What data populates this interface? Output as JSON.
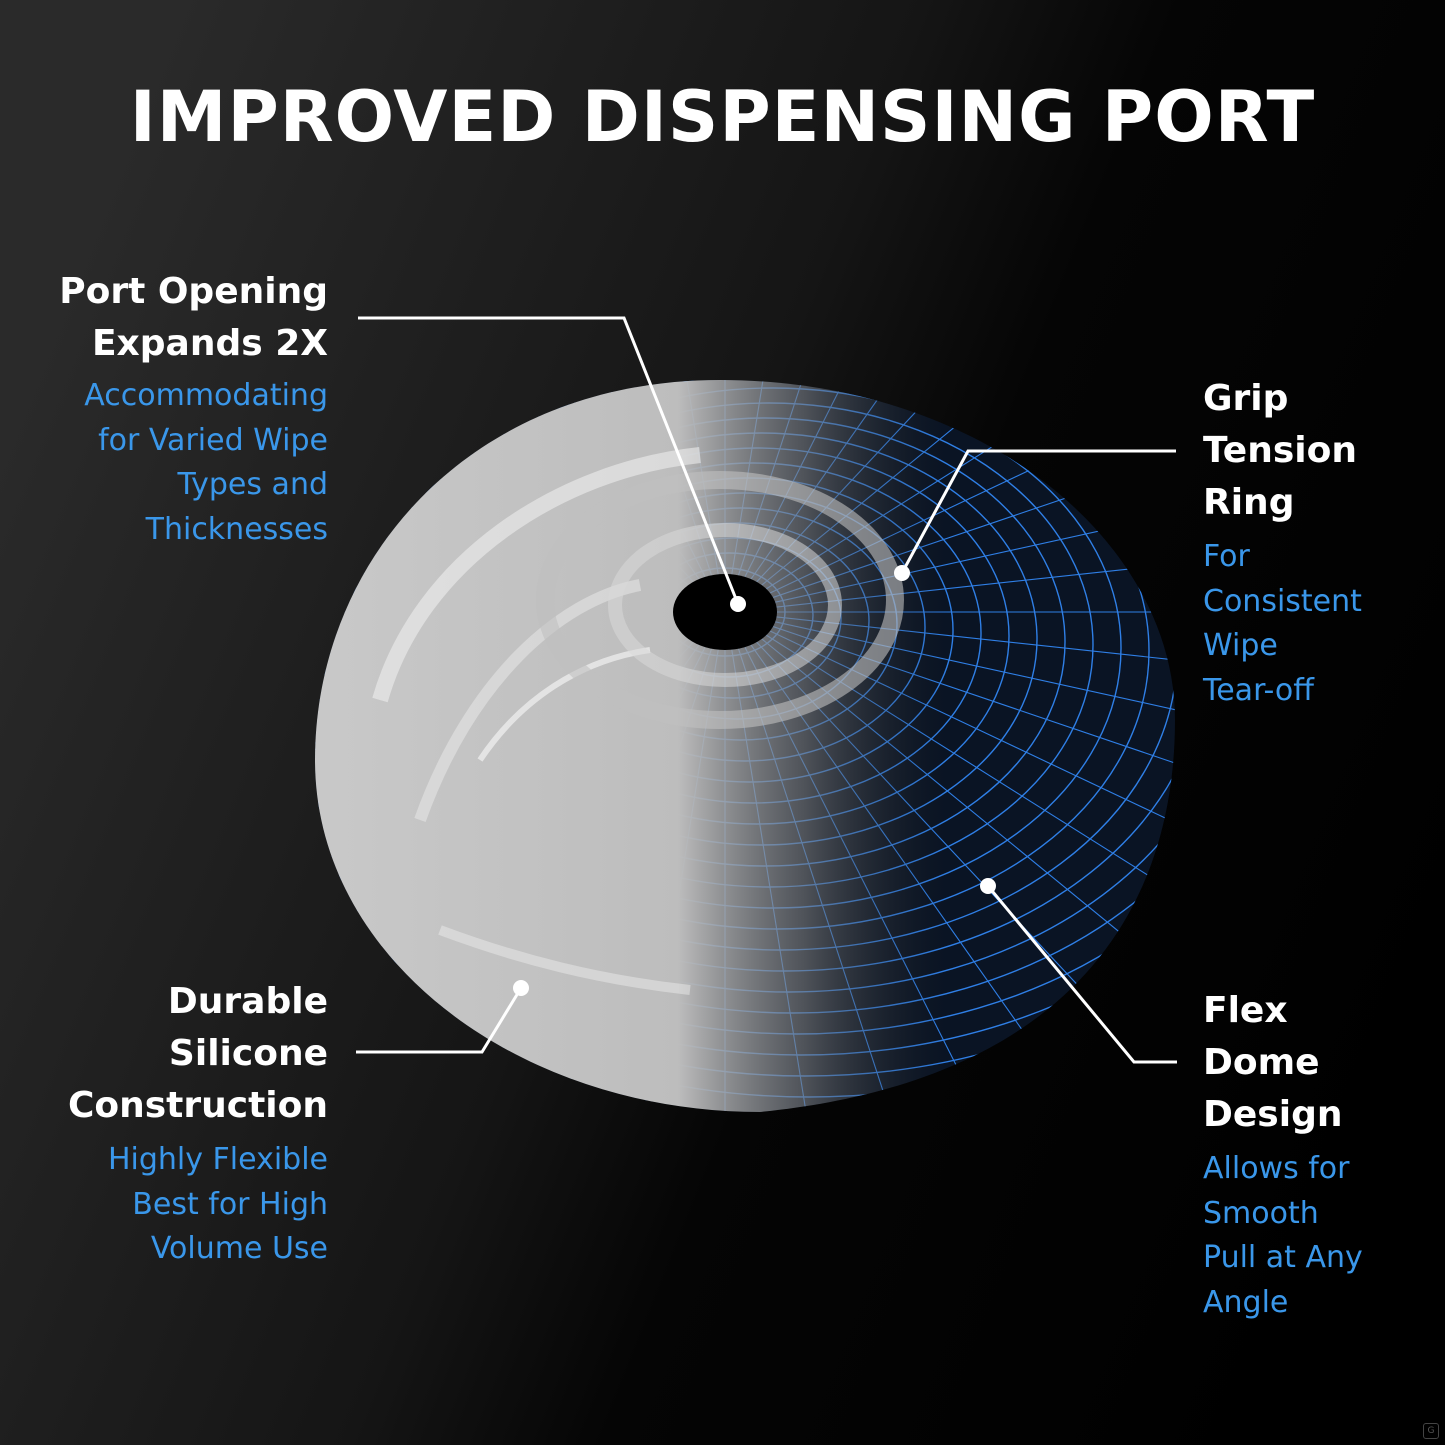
{
  "title": "IMPROVED DISPENSING PORT",
  "colors": {
    "background": "#0b0b0b",
    "heading_text": "#ffffff",
    "sub_text": "#3a97ea",
    "wireframe": "#2f7fe6",
    "silicone": "#cfcfcf"
  },
  "callouts": {
    "port_opening": {
      "heading": [
        "Port Opening",
        "Expands 2X"
      ],
      "description": [
        "Accommodating",
        "for Varied Wipe",
        "Types and",
        "Thicknesses"
      ]
    },
    "grip_ring": {
      "heading": [
        "Grip",
        "Tension",
        "Ring"
      ],
      "description": [
        "For",
        "Consistent",
        "Wipe",
        "Tear-off"
      ]
    },
    "silicone": {
      "heading": [
        "Durable",
        "Silicone",
        "Construction"
      ],
      "description": [
        "Highly Flexible",
        "Best for High",
        "Volume Use"
      ]
    },
    "flex_dome": {
      "heading": [
        "Flex",
        "Dome",
        "Design"
      ],
      "description": [
        "Allows for",
        "Smooth",
        "Pull at Any",
        "Angle"
      ]
    }
  }
}
